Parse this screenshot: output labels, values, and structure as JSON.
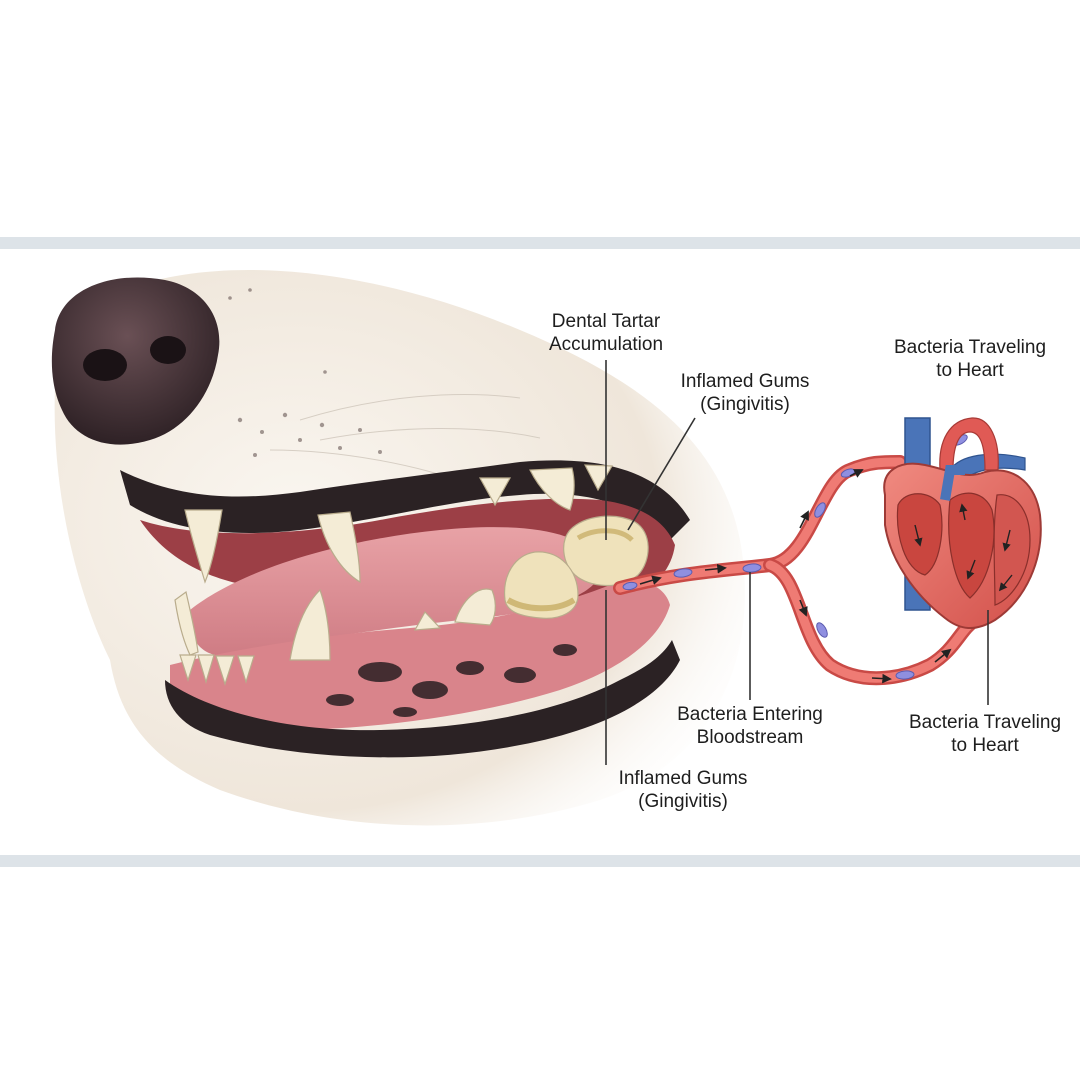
{
  "labels": {
    "tartar": {
      "line1": "Dental Tartar",
      "line2": "Accumulation"
    },
    "gums_upper": {
      "line1": "Inflamed Gums",
      "line2": "(Gingivitis)"
    },
    "gums_lower": {
      "line1": "Inflamed Gums",
      "line2": "(Gingivitis)"
    },
    "bacteria_entering": {
      "line1": "Bacteria Entering",
      "line2": "Bloodstream"
    },
    "heart_top": {
      "line1": "Bacteria Traveling",
      "line2": "to Heart"
    },
    "heart_bottom": {
      "line1": "Bacteria Traveling",
      "line2": "to Heart"
    }
  },
  "colors": {
    "band": "#dde3e8",
    "fur": "#f3ece3",
    "nose": "#3a2a2e",
    "lip": "#2b2224",
    "gum": "#d9848b",
    "tongue": "#e3979c",
    "tooth": "#f4ecd6",
    "tartar": "#d8c58a",
    "artery": "#e05a55",
    "vein": "#4a74b8",
    "bacteria": "#8f8fe0",
    "leader": "#333333"
  }
}
